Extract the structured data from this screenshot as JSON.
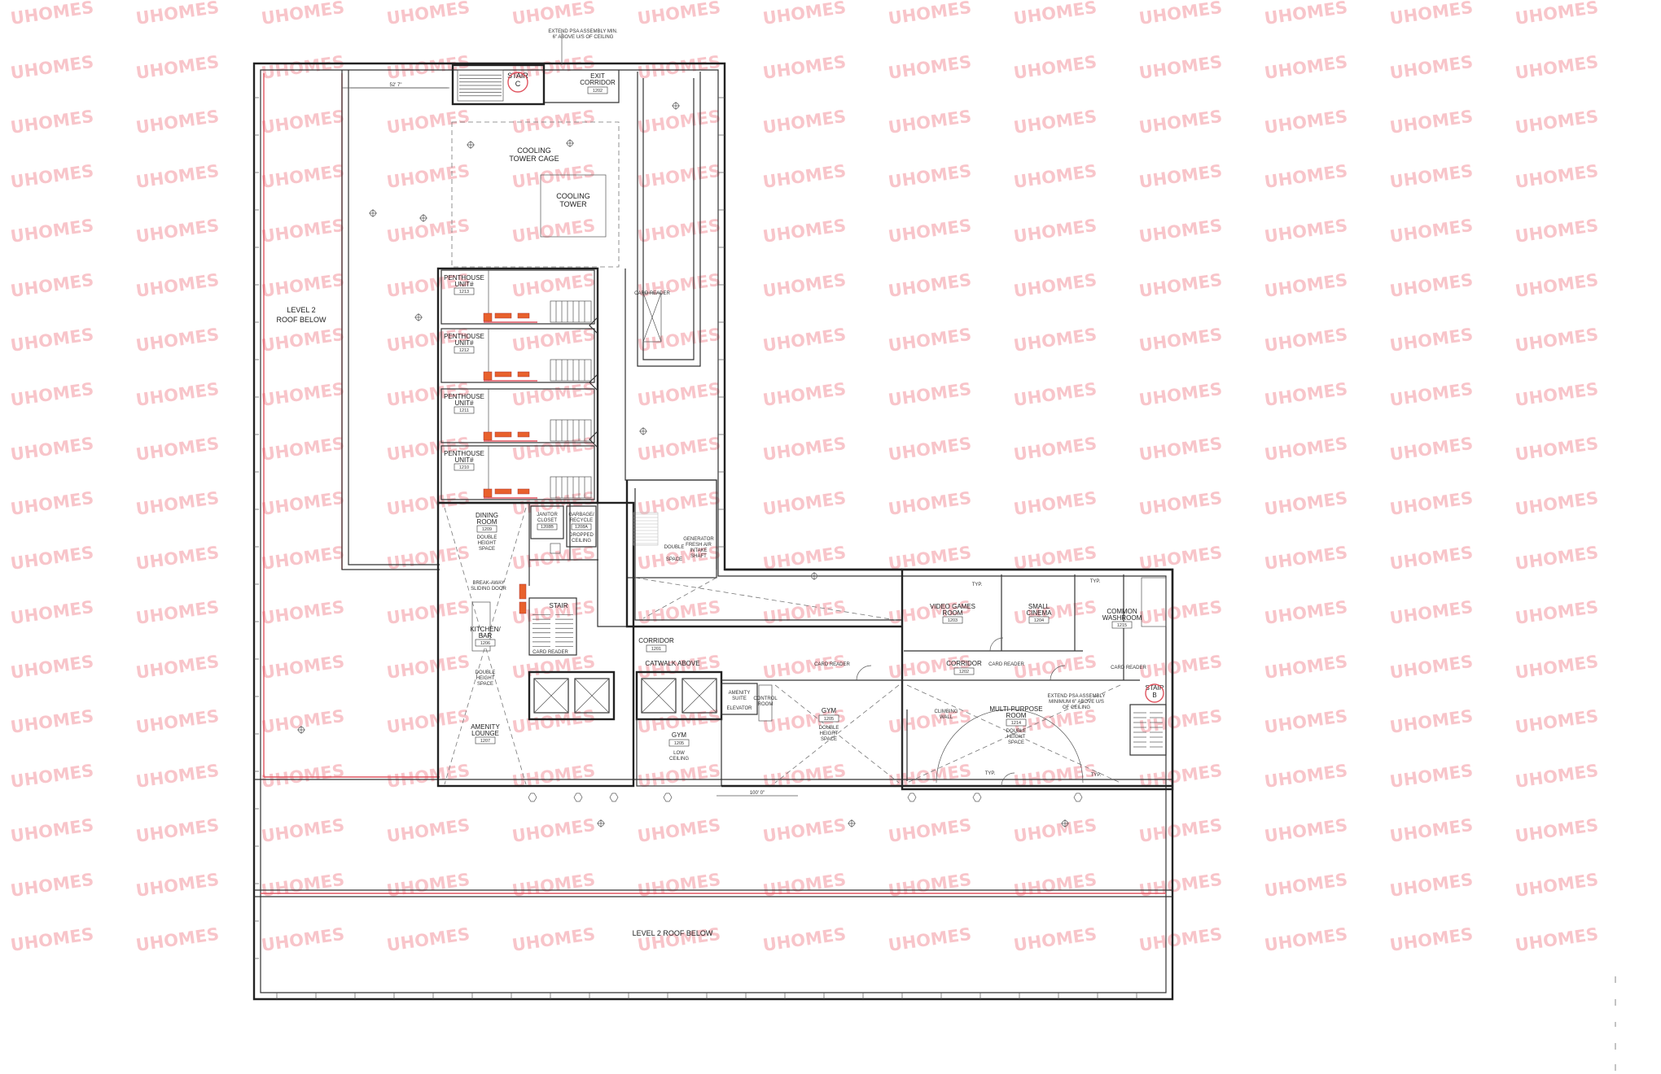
{
  "watermark": {
    "text": "UHOMES",
    "color": "#f4a0a8"
  },
  "notes": {
    "top_line1": "EXTEND PSA ASSEMBLY MIN.",
    "top_line2": "6\" ABOVE U/S OF CEILING",
    "right_line1": "EXTEND PSA ASSEMBLY",
    "right_line2": "MINIMUM 6\" ABOVE U/S",
    "right_line3": "OF CEILING",
    "dim_top": "52' 7\"",
    "dim_bottom": "100' 0\""
  },
  "roof": {
    "left_line1": "LEVEL 2",
    "left_line2": "ROOF BELOW",
    "bottom": "LEVEL 2 ROOF BELOW"
  },
  "rooms": {
    "stair_c": {
      "l1": "STAIR",
      "l2": "C"
    },
    "exit_corridor": {
      "l1": "EXIT",
      "l2": "CORRIDOR",
      "tag": "1202"
    },
    "cooling_cage": {
      "l1": "COOLING",
      "l2": "TOWER CAGE"
    },
    "cooling_tower": {
      "l1": "COOLING",
      "l2": "TOWER"
    },
    "penthouse_1": {
      "l1": "PENTHOUSE",
      "l2": "UNIT#",
      "tag": "1213"
    },
    "penthouse_2": {
      "l1": "PENTHOUSE",
      "l2": "UNIT#",
      "tag": "1212"
    },
    "penthouse_3": {
      "l1": "PENTHOUSE",
      "l2": "UNIT#",
      "tag": "1211"
    },
    "penthouse_4": {
      "l1": "PENTHOUSE",
      "l2": "UNIT#",
      "tag": "1210"
    },
    "dining": {
      "l1": "DINING",
      "l2": "ROOM",
      "tag": "1209",
      "n1": "DOUBLE",
      "n2": "HEIGHT",
      "n3": "SPACE"
    },
    "janitor": {
      "l1": "JANITOR",
      "l2": "CLOSET",
      "tag": "1208B"
    },
    "garbage": {
      "l1": "GARBAGE/",
      "l2": "RECYCLE",
      "tag": "1208A",
      "n1": "DROPPED",
      "n2": "CEILING"
    },
    "generator": {
      "l1": "GENERATOR",
      "l2": "FRESH AIR",
      "l3": "INTAKE",
      "l4": "SHAFT"
    },
    "double": {
      "l1": "DOUBLE",
      "l2": "SPACE"
    },
    "breakaway": {
      "l1": "BREAK-AWAY",
      "l2": "SLIDING DOOR"
    },
    "kitchen": {
      "l1": "KITCHEN/",
      "l2": "BAR",
      "tag": "1206",
      "n1": "DOUBLE",
      "n2": "HEIGHT",
      "n3": "SPACE"
    },
    "stair_main": {
      "l1": "STAIR"
    },
    "corridor_w": {
      "l1": "CORRIDOR",
      "tag": "1201"
    },
    "catwalk": {
      "l1": "CATWALK ABOVE"
    },
    "amenity_lounge": {
      "l1": "AMENITY",
      "l2": "LOUNGE",
      "tag": "1207"
    },
    "amenity_suite": {
      "l1": "AMENITY",
      "l2": "SUITE",
      "l3": "ELEVATOR"
    },
    "control": {
      "l1": "CONTROL",
      "l2": "ROOM"
    },
    "gym_low": {
      "l1": "GYM",
      "tag": "1205",
      "n1": "LOW",
      "n2": "CEILING"
    },
    "gym": {
      "l1": "GYM",
      "tag": "1205",
      "n1": "DOUBLE",
      "n2": "HEIGHT",
      "n3": "SPACE"
    },
    "video_games": {
      "l1": "VIDEO GAMES",
      "l2": "ROOM",
      "tag": "1203"
    },
    "small_cinema": {
      "l1": "SMALL",
      "l2": "CINEMA",
      "tag": "1204"
    },
    "common_washroom": {
      "l1": "COMMON",
      "l2": "WASHROOM",
      "tag": "1215"
    },
    "corridor_e": {
      "l1": "CORRIDOR",
      "tag": "1202"
    },
    "multi_purpose": {
      "l1": "MULTI-PURPOSE",
      "l2": "ROOM",
      "tag": "1214",
      "n1": "DOUBLE",
      "n2": "HEIGHT",
      "n3": "SPACE"
    },
    "climbing": {
      "l1": "CLIMBING",
      "l2": "WALL"
    },
    "stair_b": {
      "l1": "STAIR",
      "l2": "B"
    },
    "card_reader": "CARD READER",
    "typ": "TYP."
  }
}
